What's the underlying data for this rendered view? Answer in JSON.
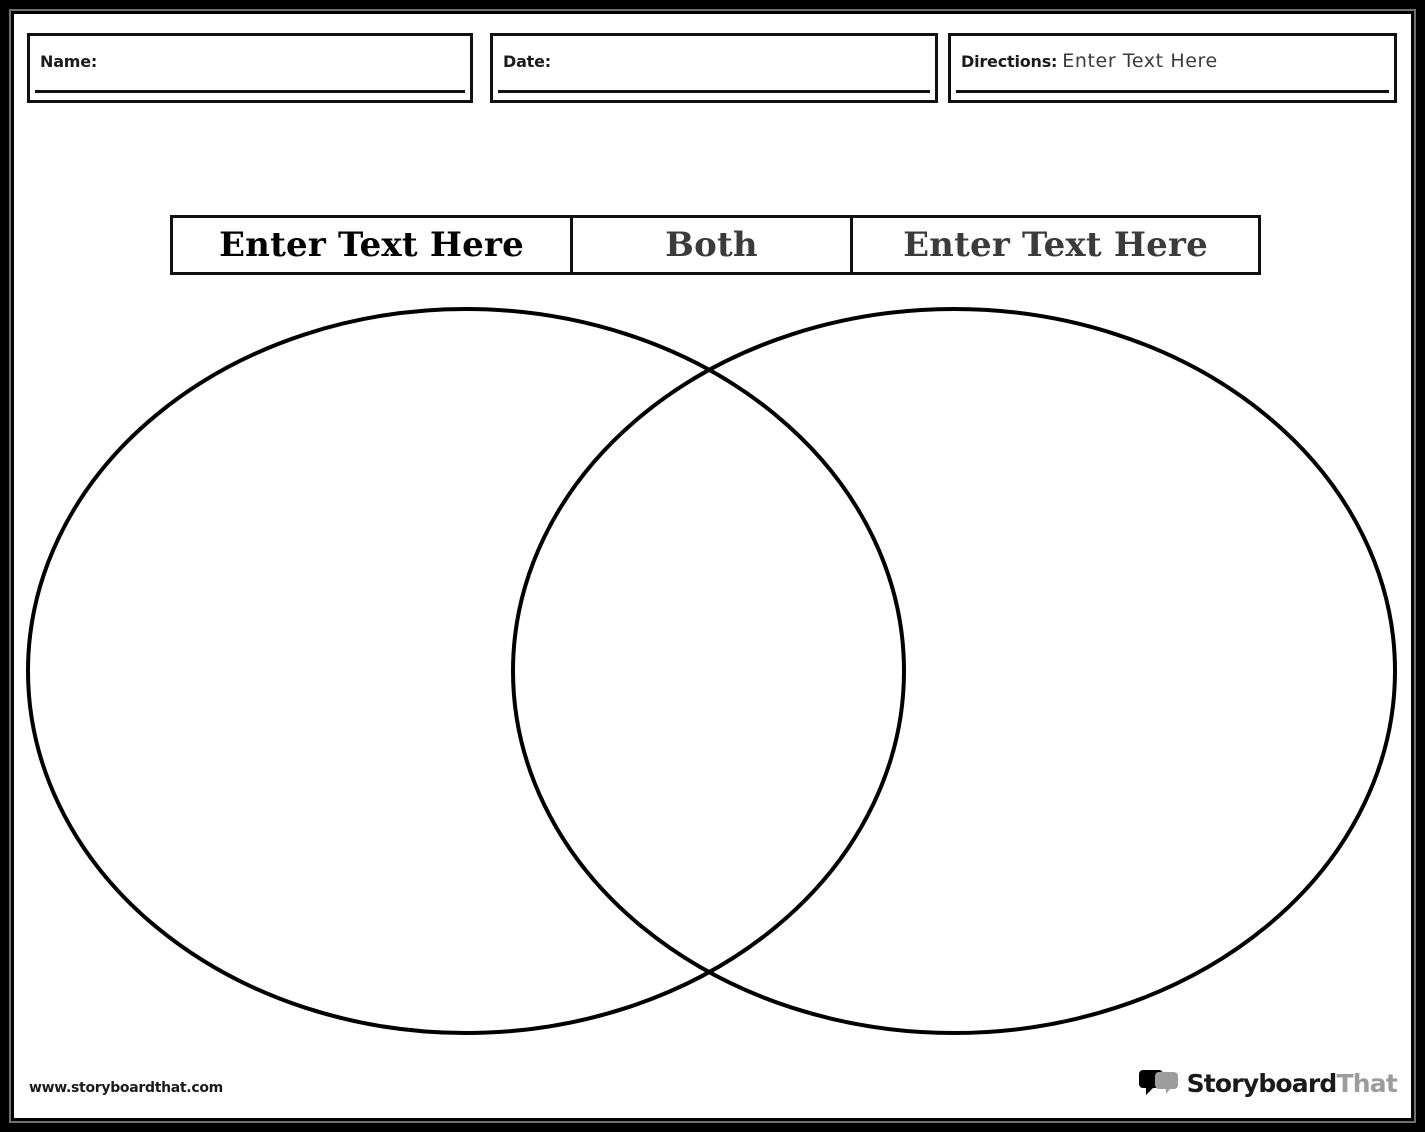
{
  "document": {
    "type": "venn-diagram-worksheet",
    "page_background": "#ffffff",
    "frame_color": "#000000",
    "line_color": "#111111"
  },
  "meta": {
    "name": {
      "label": "Name:",
      "value": ""
    },
    "date": {
      "label": "Date:",
      "value": ""
    },
    "directions": {
      "label": "Directions:",
      "value": "Enter Text Here"
    }
  },
  "venn": {
    "labels": {
      "left": "Enter Text Here",
      "middle": "Both",
      "right": "Enter Text Here"
    },
    "left_circle_title": "Enter Text Here",
    "overlap_title": "Both",
    "right_circle_title": "Enter Text Here"
  },
  "footer": {
    "url": "www.storyboardthat.com",
    "brand_primary": "Storyboard",
    "brand_secondary": "That",
    "brand_icon": "speech-bubbles-icon"
  }
}
